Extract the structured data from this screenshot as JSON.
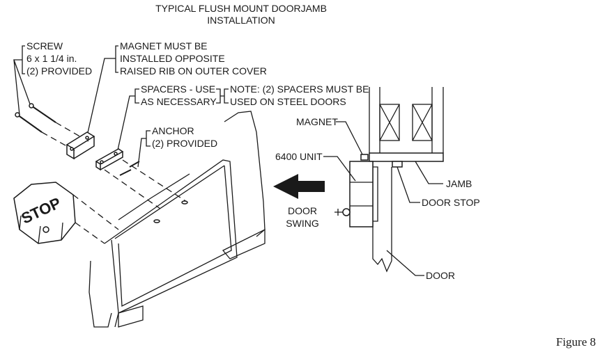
{
  "title": [
    "TYPICAL FLUSH MOUNT DOORJAMB",
    "INSTALLATION"
  ],
  "labels": {
    "screw": [
      "SCREW",
      "6 x 1 1/4 in.",
      "(2) PROVIDED"
    ],
    "magnet_note": [
      "MAGNET MUST BE",
      "INSTALLED OPPOSITE",
      "RAISED RIB ON OUTER COVER"
    ],
    "spacers": [
      "SPACERS - USE",
      "AS NECESSARY"
    ],
    "spacers_note": [
      "NOTE: (2) SPACERS MUST BE",
      "USED ON STEEL DOORS"
    ],
    "anchor": [
      "ANCHOR",
      "(2) PROVIDED"
    ],
    "magnet": "MAGNET",
    "unit": "6400 UNIT",
    "jamb": "JAMB",
    "door_stop": "DOOR STOP",
    "door_swing": [
      "DOOR",
      "SWING"
    ],
    "door": "DOOR",
    "stop_sign": "STOP"
  },
  "caption": "Figure 8"
}
